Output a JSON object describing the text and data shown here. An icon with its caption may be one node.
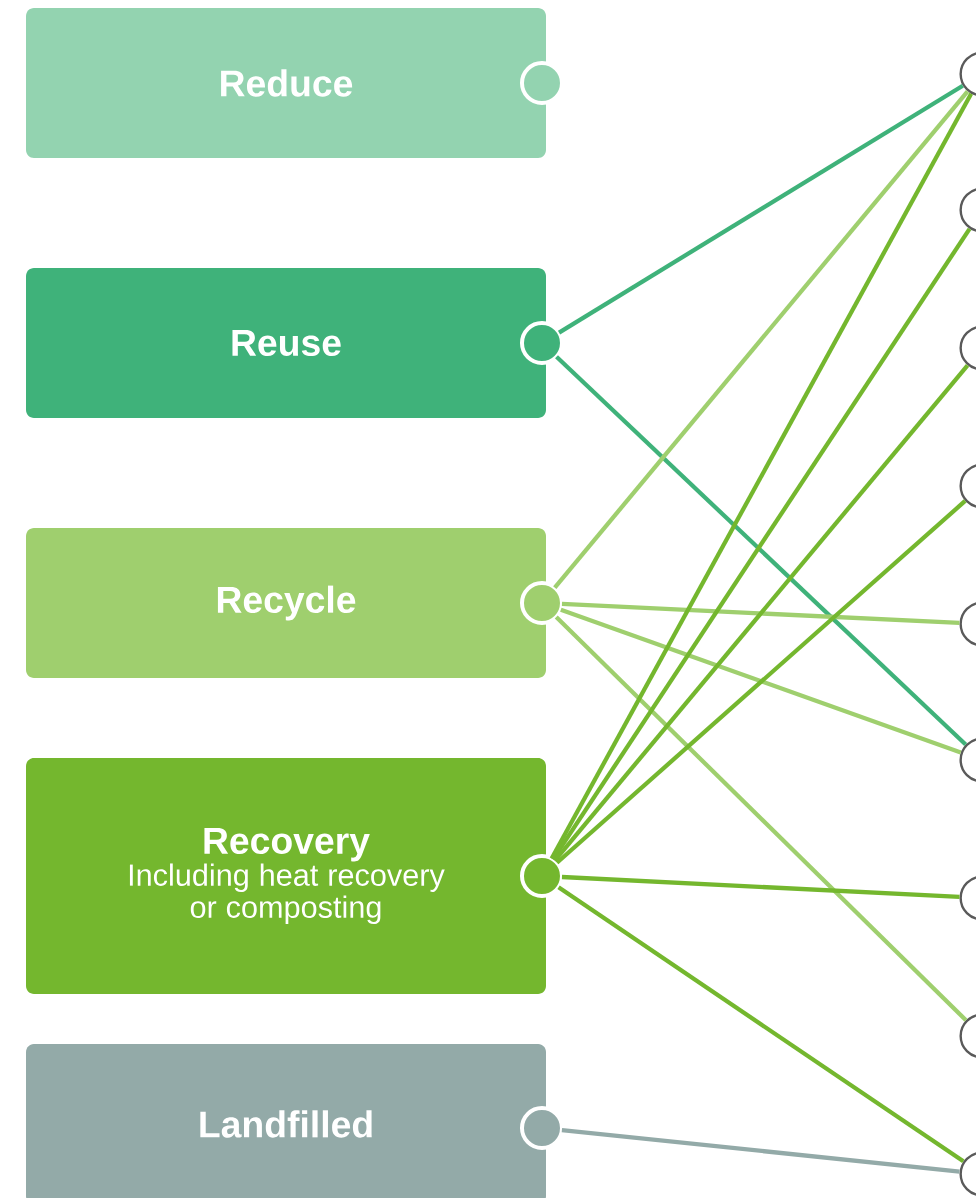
{
  "diagram": {
    "nodes": [
      {
        "text": [
          "Reduce"
        ]
      },
      {
        "text": [
          "Reuse"
        ]
      },
      {
        "text": [
          "Recycle"
        ]
      },
      {
        "text": [
          "Recovery",
          "Including heat recovery or composting"
        ]
      },
      {
        "text": [
          "Landfilled"
        ]
      },
      {
        "text": [],
        "shape": "circle"
      },
      {
        "text": [],
        "shape": "circle"
      },
      {
        "text": [],
        "shape": "circle"
      },
      {
        "text": [],
        "shape": "circle"
      },
      {
        "text": [],
        "shape": "circle"
      },
      {
        "text": [],
        "shape": "circle"
      },
      {
        "text": [],
        "shape": "circle"
      },
      {
        "text": [],
        "shape": "circle"
      },
      {
        "text": [],
        "shape": "circle"
      }
    ],
    "edges": [
      {
        "from": 1,
        "to": 5,
        "arrow": "none",
        "color": "#3fb27a"
      },
      {
        "from": 1,
        "to": 10,
        "arrow": "none",
        "color": "#3fb27a"
      },
      {
        "from": 2,
        "to": 5,
        "arrow": "none",
        "color": "#9fcf6e"
      },
      {
        "from": 2,
        "to": 9,
        "arrow": "none",
        "color": "#9fcf6e"
      },
      {
        "from": 2,
        "to": 10,
        "arrow": "none",
        "color": "#9fcf6e"
      },
      {
        "from": 2,
        "to": 12,
        "arrow": "none",
        "color": "#9fcf6e"
      },
      {
        "from": 3,
        "to": 5,
        "arrow": "none"
      },
      {
        "from": 3,
        "to": 6,
        "arrow": "none"
      },
      {
        "from": 3,
        "to": 7,
        "arrow": "none"
      },
      {
        "from": 3,
        "to": 8,
        "arrow": "none"
      },
      {
        "from": 3,
        "to": 11,
        "arrow": "none"
      },
      {
        "from": 3,
        "to": 13,
        "arrow": "none"
      },
      {
        "from": 4,
        "to": 13,
        "arrow": "none",
        "color": "#93aaa8"
      }
    ]
  }
}
